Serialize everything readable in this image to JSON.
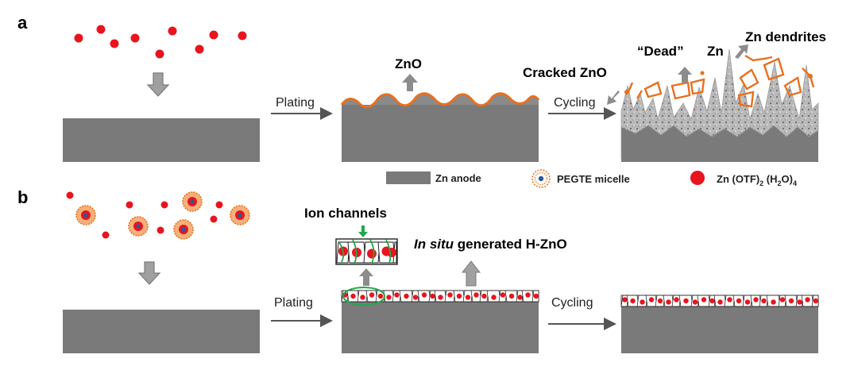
{
  "panel_a": {
    "label": "a",
    "step1_label": "Plating",
    "step2_label": "Cycling",
    "zno_label": "ZnO",
    "cracked_label": "Cracked ZnO",
    "dead_label": "“Dead”",
    "zn_label": "Zn",
    "dendrites_label": "Zn dendrites"
  },
  "legend": {
    "anode_label": "Zn anode",
    "micelle_label": "PEGTE micelle",
    "salt_label_main": "Zn (OTF)",
    "salt_sub_1": "2",
    "salt_label_mid": " (H",
    "salt_sub_2": "2",
    "salt_label_end": "O)",
    "salt_sub_3": "4"
  },
  "panel_b": {
    "label": "b",
    "step1_label": "Plating",
    "step2_label": "Cycling",
    "ion_channels_label": "Ion channels",
    "insitu_italic": "In situ",
    "insitu_rest": " generated H-ZnO"
  },
  "colors": {
    "anode": "#7a7a7a",
    "zn_salt": "#e8141e",
    "zno_layer": "#e8701e",
    "arrow": "#8c8c8c",
    "channel": "#22a84a"
  }
}
